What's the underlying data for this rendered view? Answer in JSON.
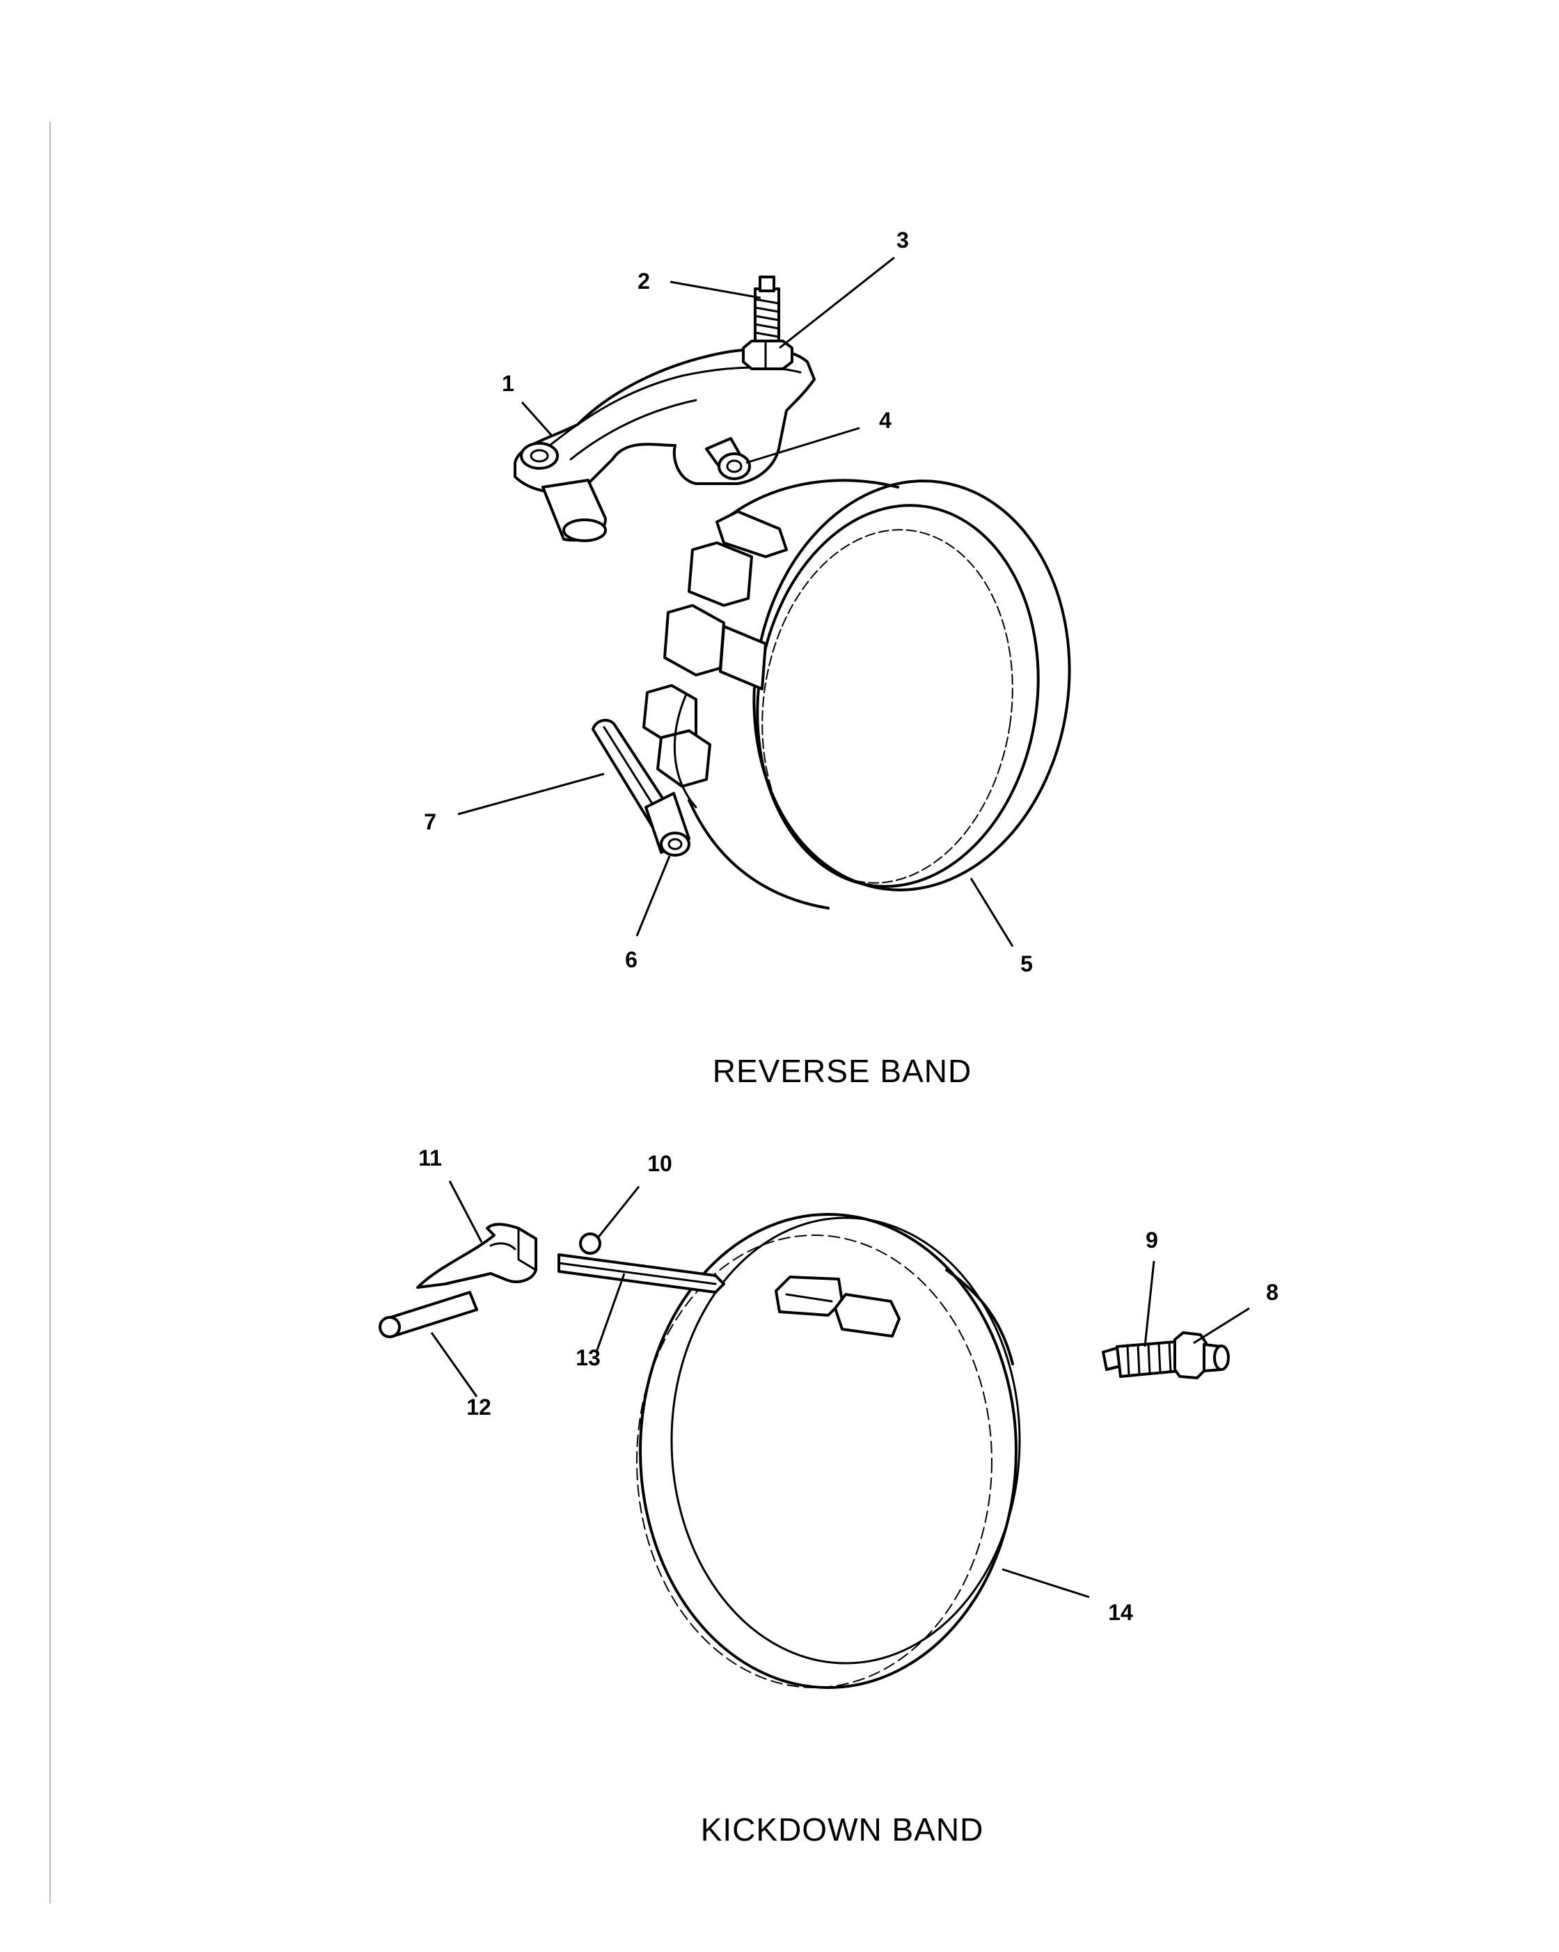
{
  "diagram": {
    "sections": [
      {
        "id": "reverse",
        "title": "REVERSE BAND"
      },
      {
        "id": "kickdown",
        "title": "KICKDOWN BAND"
      }
    ],
    "callouts": {
      "c1": "1",
      "c2": "2",
      "c3": "3",
      "c4": "4",
      "c5": "5",
      "c6": "6",
      "c7": "7",
      "c8": "8",
      "c9": "9",
      "c10": "10",
      "c11": "11",
      "c12": "12",
      "c13": "13",
      "c14": "14"
    }
  }
}
